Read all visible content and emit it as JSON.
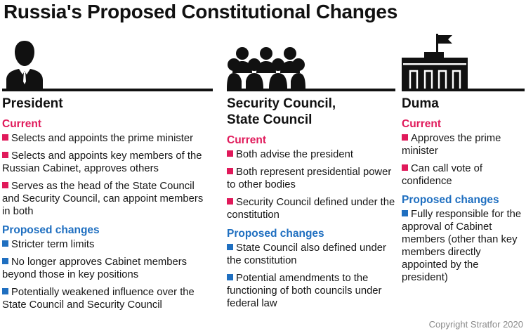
{
  "title": "Russia's Proposed Constitutional Changes",
  "colors": {
    "current": "#e0195a",
    "proposed": "#1f6fc0",
    "text": "#111111",
    "copyright": "#8a8a8a"
  },
  "columns": [
    {
      "icon": "person-silhouette-icon",
      "heading": "President",
      "current_label": "Current",
      "current": [
        "Selects and appoints the prime minister",
        "Selects and appoints key members of the Russian Cabinet, approves others",
        "Serves as the head of the State Council and Security Council, can appoint members in both"
      ],
      "proposed_label": "Proposed changes",
      "proposed": [
        "Stricter term limits",
        "No longer approves Cabinet members beyond those in key positions",
        "Potentially weakened influence over the State Council and Security Council"
      ]
    },
    {
      "icon": "group-silhouette-icon",
      "heading": "Security Council, State Council",
      "current_label": "Current",
      "current": [
        "Both advise the president",
        "Both represent presidential power to other bodies",
        "Security Council defined under the constitution"
      ],
      "proposed_label": "Proposed changes",
      "proposed": [
        "State Council also defined under the constitution",
        "Potential amendments to the functioning of both councils under federal law"
      ]
    },
    {
      "icon": "parliament-building-icon",
      "heading": "Duma",
      "current_label": "Current",
      "current": [
        "Approves the prime minister",
        "Can call vote of confidence"
      ],
      "proposed_label": "Proposed changes",
      "proposed": [
        "Fully responsible for the approval of Cabinet members (other than key members directly appointed by the president)"
      ]
    }
  ],
  "copyright": "Copyright Stratfor 2020"
}
